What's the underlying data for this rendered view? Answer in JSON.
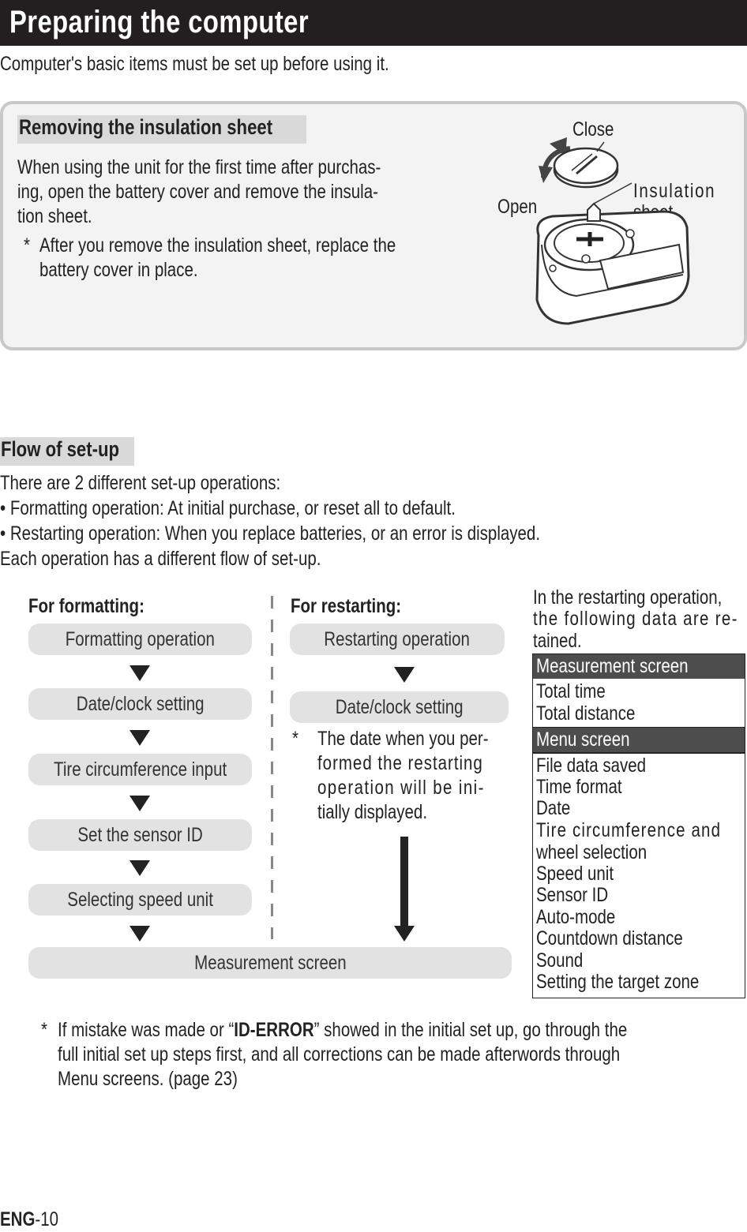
{
  "header": {
    "title": "Preparing the computer"
  },
  "intro": "Computer's basic items must be set up before using it.",
  "insulation": {
    "heading": "Removing the insulation sheet",
    "body_lines": [
      "When using the unit for the first time after purchas-",
      "ing, open the battery cover and remove the insula-",
      "tion sheet."
    ],
    "note_mark": "*",
    "note_lines": [
      "After you remove the insulation sheet, replace the",
      "battery cover in place."
    ],
    "figure": {
      "close_label": "Close",
      "open_label": "Open",
      "sheet_label_1": "Insulation",
      "sheet_label_2": "sheet"
    }
  },
  "flow": {
    "heading": "Flow of set-up",
    "lines": [
      "There are 2 different set-up operations:",
      " • Formatting operation: At initial purchase, or reset all to default.",
      " • Restarting operation:  When you replace batteries, or an error is displayed.",
      "Each operation has a different flow of set-up."
    ],
    "formatting": {
      "label": "For formatting:",
      "steps": [
        "Formatting operation",
        "Date/clock setting",
        "Tire circumference input",
        "Set the sensor ID",
        "Selecting speed unit"
      ]
    },
    "restarting": {
      "label": "For restarting:",
      "steps": [
        "Restarting operation",
        "Date/clock setting"
      ],
      "note_mark": "*",
      "note_lines": [
        "The date when you per-",
        "formed the restarting",
        "operation will be ini-",
        "tially displayed."
      ]
    },
    "final_step": "Measurement screen",
    "retained": {
      "intro_lines": [
        "In the restarting operation,",
        "the following data are re-",
        "tained."
      ],
      "groups": [
        {
          "header": "Measurement screen",
          "items": [
            "Total time",
            "Total distance"
          ]
        },
        {
          "header": "Menu screen",
          "items": [
            "File data saved",
            "Time format",
            "Date",
            "Tire circumference and",
            "wheel selection",
            "Speed unit",
            "Sensor ID",
            "Auto-mode",
            "Countdown distance",
            "Sound",
            "Setting the target zone"
          ]
        }
      ]
    },
    "error_note": {
      "mark": "*",
      "line1_pre": "If mistake was made or “",
      "line1_code": "ID-ERROR",
      "line1_post": "” showed in the initial set up, go through the",
      "line2": "full initial set up steps first, and all corrections can be made afterwords through",
      "line3": "Menu screens. (page 23)"
    }
  },
  "footer": {
    "page_prefix": "ENG",
    "page_number": "-10"
  }
}
